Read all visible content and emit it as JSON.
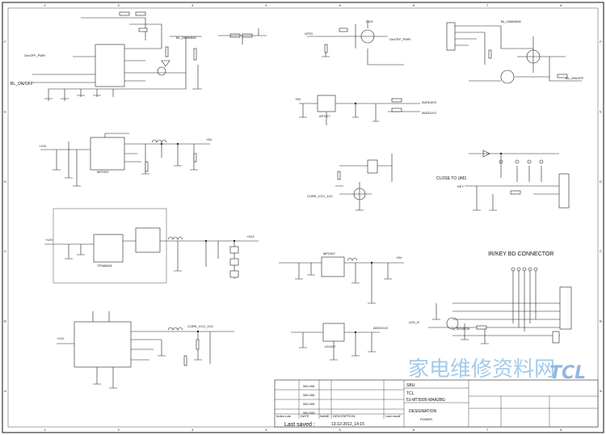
{
  "sheet": {
    "border_columns": [
      "1",
      "2",
      "3",
      "4",
      "5",
      "6",
      "7",
      "8"
    ],
    "border_rows": [
      "F",
      "E",
      "D",
      "C",
      "B",
      "A"
    ]
  },
  "sections": {
    "ir_key_title": "IR/KEY BD CONNECTOR",
    "close_to_um": "CLOSE TO UM3"
  },
  "nets": {
    "bl_on_off": "BL_ON/OFF",
    "bl_dimming": "BL_DIMMING",
    "on_off_pwr": "On/OFF_PWR",
    "core_vcc": "CORE_VCC_1V2",
    "key": "KEY",
    "led_r": "LED_R",
    "l_sensor": "L_SENSOR",
    "vin_12v": "+12V",
    "v5": "+5V",
    "v33": "+3V3",
    "avdd33": "AVDD3V3",
    "avdd12": "AVDD1V2"
  },
  "parts": {
    "ic_buck": "TPS65001",
    "ic_mp": "MP2307",
    "ic_reg": "AP1117",
    "ic_ld": "LD1117"
  },
  "title_block": {
    "company": "SBU",
    "model_label": "TCL",
    "model": "51-MT5505-MAA2BG",
    "designation_label": "DESIGNATION",
    "designation": "POWER",
    "last_saved_label": "Last saved :",
    "last_saved": "13-12-2012_14:15",
    "index_label": "Index-Lab",
    "date_label": "DATE",
    "name_label": "NAME",
    "description_label": "DESCRIPTION",
    "last_modif_label": "Last modif",
    "rows": [
      [
        "",
        "300-006",
        "",
        ""
      ],
      [
        "",
        "300-006",
        "",
        ""
      ],
      [
        "",
        "300-006",
        "",
        ""
      ],
      [
        "",
        "300-006",
        "",
        ""
      ]
    ]
  },
  "watermark": {
    "text": "家电维修资料网",
    "logo": "TCL"
  }
}
